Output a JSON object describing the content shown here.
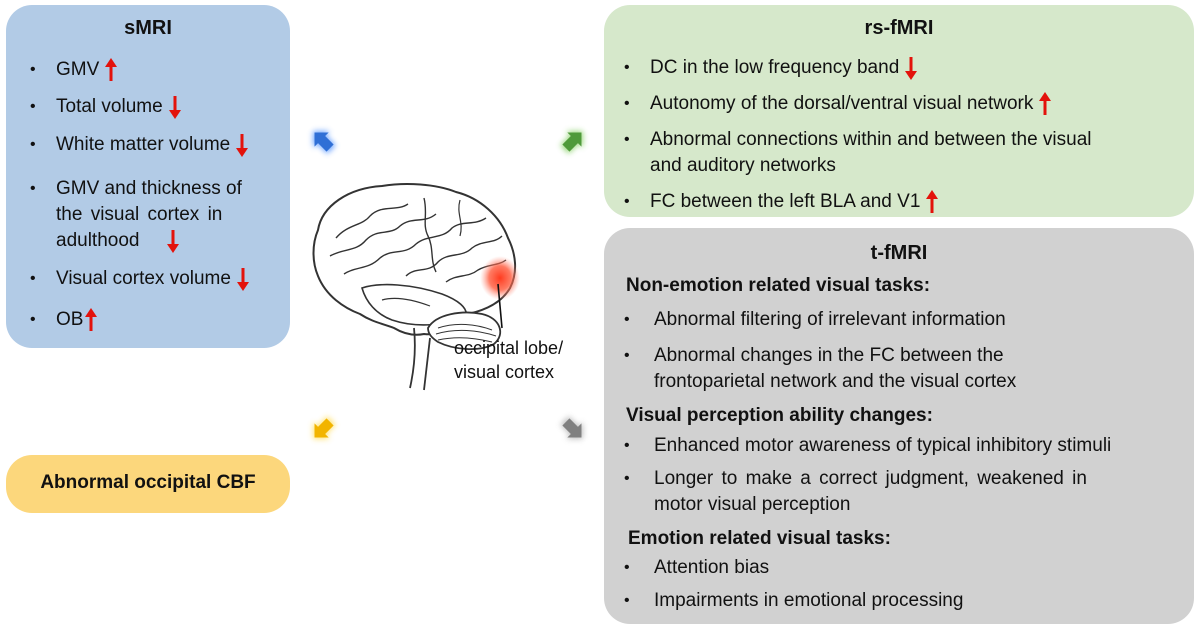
{
  "smri": {
    "title": "sMRI",
    "items": [
      {
        "text": "GMV",
        "dir": "up"
      },
      {
        "text": "Total volume",
        "dir": "down"
      },
      {
        "text": "White matter volume",
        "dir": "down"
      },
      {
        "lines": [
          "GMV and thickness of",
          "the  visual  cortex  in",
          "adulthood"
        ],
        "dir": "down"
      },
      {
        "text": "Visual cortex volume",
        "dir": "down"
      },
      {
        "text": "OB",
        "dir": "up"
      }
    ]
  },
  "rsfmri": {
    "title": "rs-fMRI",
    "items": [
      {
        "text": "DC in the low frequency band",
        "dir": "down"
      },
      {
        "text": "Autonomy of the dorsal/ventral visual network",
        "dir": "up"
      },
      {
        "lines": [
          "Abnormal connections within and between the visual",
          "and auditory networks"
        ]
      },
      {
        "text": "FC between the left BLA and V1",
        "dir": "up"
      }
    ]
  },
  "tfmri": {
    "title": "t-fMRI",
    "sections": [
      {
        "heading": "Non-emotion related visual tasks:",
        "items": [
          {
            "lines": [
              "Abnormal filtering of irrelevant information"
            ]
          },
          {
            "lines": [
              "Abnormal changes in the FC between the",
              "frontoparietal network and the visual cortex"
            ]
          }
        ]
      },
      {
        "heading": "Visual perception ability changes:",
        "items": [
          {
            "lines": [
              "Enhanced motor awareness of typical inhibitory stimuli"
            ]
          },
          {
            "lines": [
              "Longer to make a correct judgment, weakened in",
              "motor visual perception"
            ]
          }
        ]
      },
      {
        "heading": "Emotion related visual tasks:",
        "items": [
          {
            "lines": [
              "Attention bias"
            ]
          },
          {
            "lines": [
              "Impairments in emotional processing"
            ]
          }
        ]
      }
    ]
  },
  "cbf": {
    "label": "Abnormal occipital CBF"
  },
  "brain": {
    "label_lines": [
      "occipital lobe/",
      "visual cortex"
    ]
  },
  "colors": {
    "smri_bg": "#b2cbe6",
    "rsfmri_bg": "#d6e8cb",
    "tfmri_bg": "#d1d1d1",
    "cbf_bg": "#fcd77c",
    "arrow_red": "#e3120b",
    "glow_blue": "#2f6fd6",
    "glow_green": "#4f9a3a",
    "glow_yellow": "#f2b400",
    "glow_gray": "#808080"
  },
  "icons": [
    "up-arrow-icon",
    "down-arrow-icon",
    "blue-pointer-arrow-icon",
    "green-pointer-arrow-icon",
    "yellow-pointer-arrow-icon",
    "gray-pointer-arrow-icon",
    "brain-illustration"
  ]
}
